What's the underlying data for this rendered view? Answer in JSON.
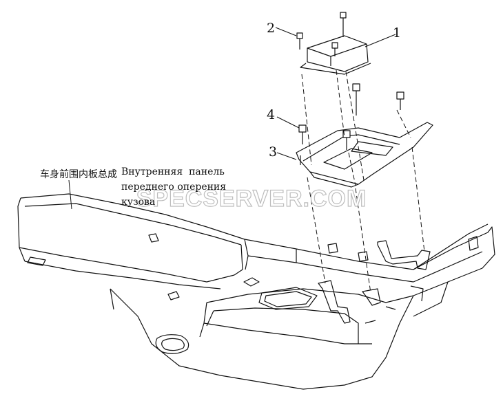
{
  "callouts": [
    {
      "id": "1",
      "label": "1"
    },
    {
      "id": "2",
      "label": "2"
    },
    {
      "id": "3",
      "label": "3"
    },
    {
      "id": "4",
      "label": "4"
    }
  ],
  "assembly_label": {
    "chinese": "车身前围内板总成",
    "russian_line1": "Внутренняя  панель",
    "russian_line2": "переднего оперения",
    "russian_line3": "кузова"
  },
  "watermark": {
    "text": "SPECSERVER.COM",
    "color": "#c8c8c8"
  },
  "colors": {
    "line": "#111111",
    "background": "#ffffff"
  }
}
